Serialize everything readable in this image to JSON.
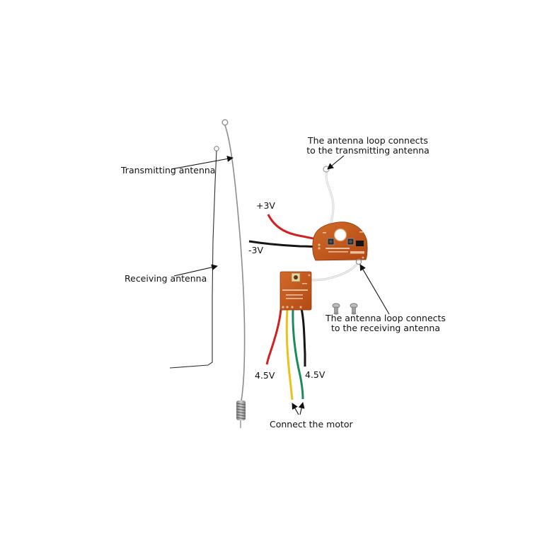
{
  "labels": {
    "transmitting_antenna": "Transmitting antenna",
    "receiving_antenna": "Receiving antenna",
    "plus_3v": "+3V",
    "minus_3v": "-3V",
    "left_4_5v": "4.5V",
    "right_4_5v": "4.5V",
    "connect_motor": "Connect the motor",
    "tx_loop_line1": "The antenna loop connects",
    "tx_loop_line2": "to the transmitting antenna",
    "rx_loop_line1": "The antenna loop connects",
    "rx_loop_line2": "to the receiving antenna"
  },
  "colors": {
    "background": "#ffffff",
    "text": "#111111",
    "pcb": "#c3551c",
    "wire_red": "#d2201e",
    "wire_black": "#151515",
    "wire_yellow": "#e9c21a",
    "wire_green": "#1c8a5a",
    "wire_white": "#dcdcdc",
    "antenna_metal": "#9a9a9a"
  }
}
